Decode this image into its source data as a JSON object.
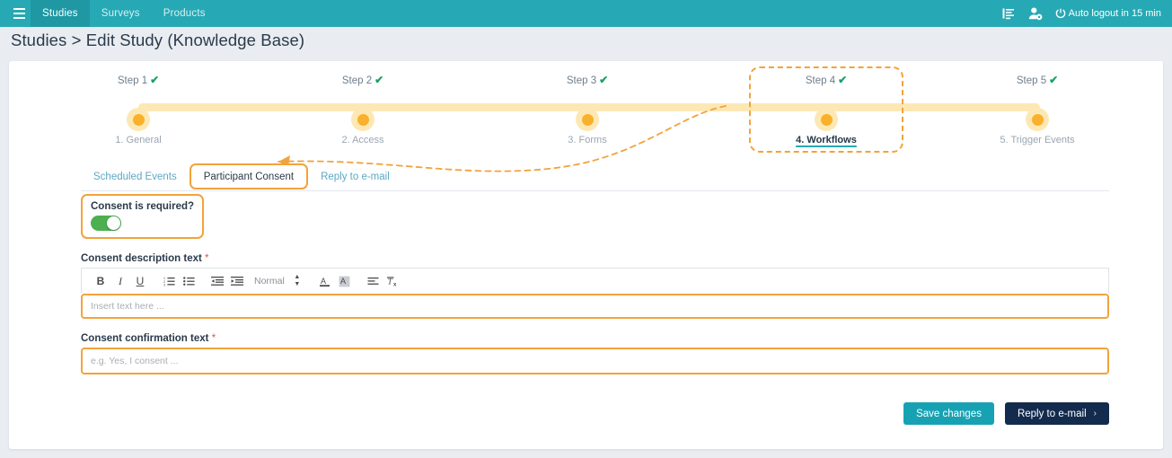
{
  "topnav": {
    "menu_icon": "hamburger-icon",
    "items": [
      {
        "label": "Studies",
        "active": true
      },
      {
        "label": "Surveys",
        "active": false
      },
      {
        "label": "Products",
        "active": false
      }
    ],
    "list_icon": "list-lines-icon",
    "user_icon": "user-settings-icon",
    "power_icon": "power-icon",
    "logout_text": "Auto logout in 15 min"
  },
  "breadcrumb": "Studies > Edit Study (Knowledge Base)",
  "stepper": {
    "steps": [
      {
        "title": "Step 1",
        "tick": "✔",
        "label": "1. General",
        "current": false
      },
      {
        "title": "Step 2",
        "tick": "✔",
        "label": "2. Access",
        "current": false
      },
      {
        "title": "Step 3",
        "tick": "✔",
        "label": "3. Forms",
        "current": false
      },
      {
        "title": "Step 4",
        "tick": "✔",
        "label": "4. Workflows",
        "current": true
      },
      {
        "title": "Step 5",
        "tick": "✔",
        "label": "5. Trigger Events",
        "current": false
      }
    ]
  },
  "tabs": [
    {
      "label": "Scheduled Events",
      "active": false
    },
    {
      "label": "Participant Consent",
      "active": true
    },
    {
      "label": "Reply to e-mail",
      "active": false
    }
  ],
  "form": {
    "consent_toggle_label": "Consent is required?",
    "consent_toggle_state": "on",
    "description_label": "Consent description text",
    "description_required": "*",
    "description_placeholder": "Insert text here ...",
    "confirmation_label": "Consent confirmation text",
    "confirmation_required": "*",
    "confirmation_placeholder": "e.g. Yes, I consent ...",
    "editor_toolbar": {
      "bold": "B",
      "italic": "I",
      "underline": "U",
      "ordered_list": "ordered-list-icon",
      "bullet_list": "bullet-list-icon",
      "outdent": "outdent-icon",
      "indent": "indent-icon",
      "format_select": "Normal",
      "font_color": "A",
      "background_color": "A",
      "align": "align-icon",
      "clear_format": "clear-formatting-icon"
    }
  },
  "buttons": {
    "save": "Save changes",
    "reply": "Reply to e-mail",
    "reply_chevron": "›"
  },
  "colors": {
    "header_teal": "#26a9b4",
    "accent_orange": "#f2a33c",
    "step_yellow": "#f9b12b",
    "step_track": "#fde8b4",
    "toggle_green": "#4caf50",
    "save_teal": "#17a2b4",
    "reply_navy": "#132b4d",
    "tick_green": "#17a168",
    "required_red": "#e4573d",
    "page_bg": "#e9edf2"
  }
}
